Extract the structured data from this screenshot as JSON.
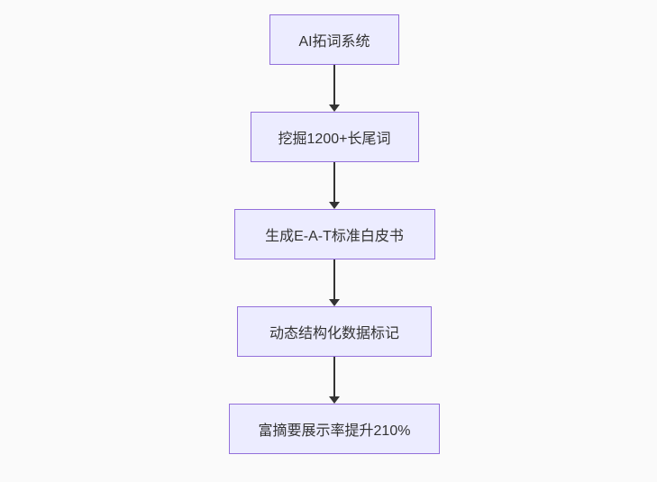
{
  "diagram": {
    "type": "flowchart-top-down",
    "nodes": [
      {
        "id": "A",
        "label": "AI拓词系统"
      },
      {
        "id": "B",
        "label": "挖掘1200+长尾词"
      },
      {
        "id": "C",
        "label": "生成E-A-T标准白皮书"
      },
      {
        "id": "D",
        "label": "动态结构化数据标记"
      },
      {
        "id": "E",
        "label": "富摘要展示率提升210%"
      }
    ],
    "edges": [
      {
        "from": "A",
        "to": "B",
        "arrow": "down"
      },
      {
        "from": "B",
        "to": "C",
        "arrow": "down"
      },
      {
        "from": "C",
        "to": "D",
        "arrow": "down"
      },
      {
        "from": "D",
        "to": "E",
        "arrow": "down"
      }
    ],
    "colors": {
      "node_fill": "#ECECFF",
      "node_border": "#9370DB",
      "node_text": "#333333",
      "arrow": "#333333",
      "background": "#fafafa"
    }
  }
}
